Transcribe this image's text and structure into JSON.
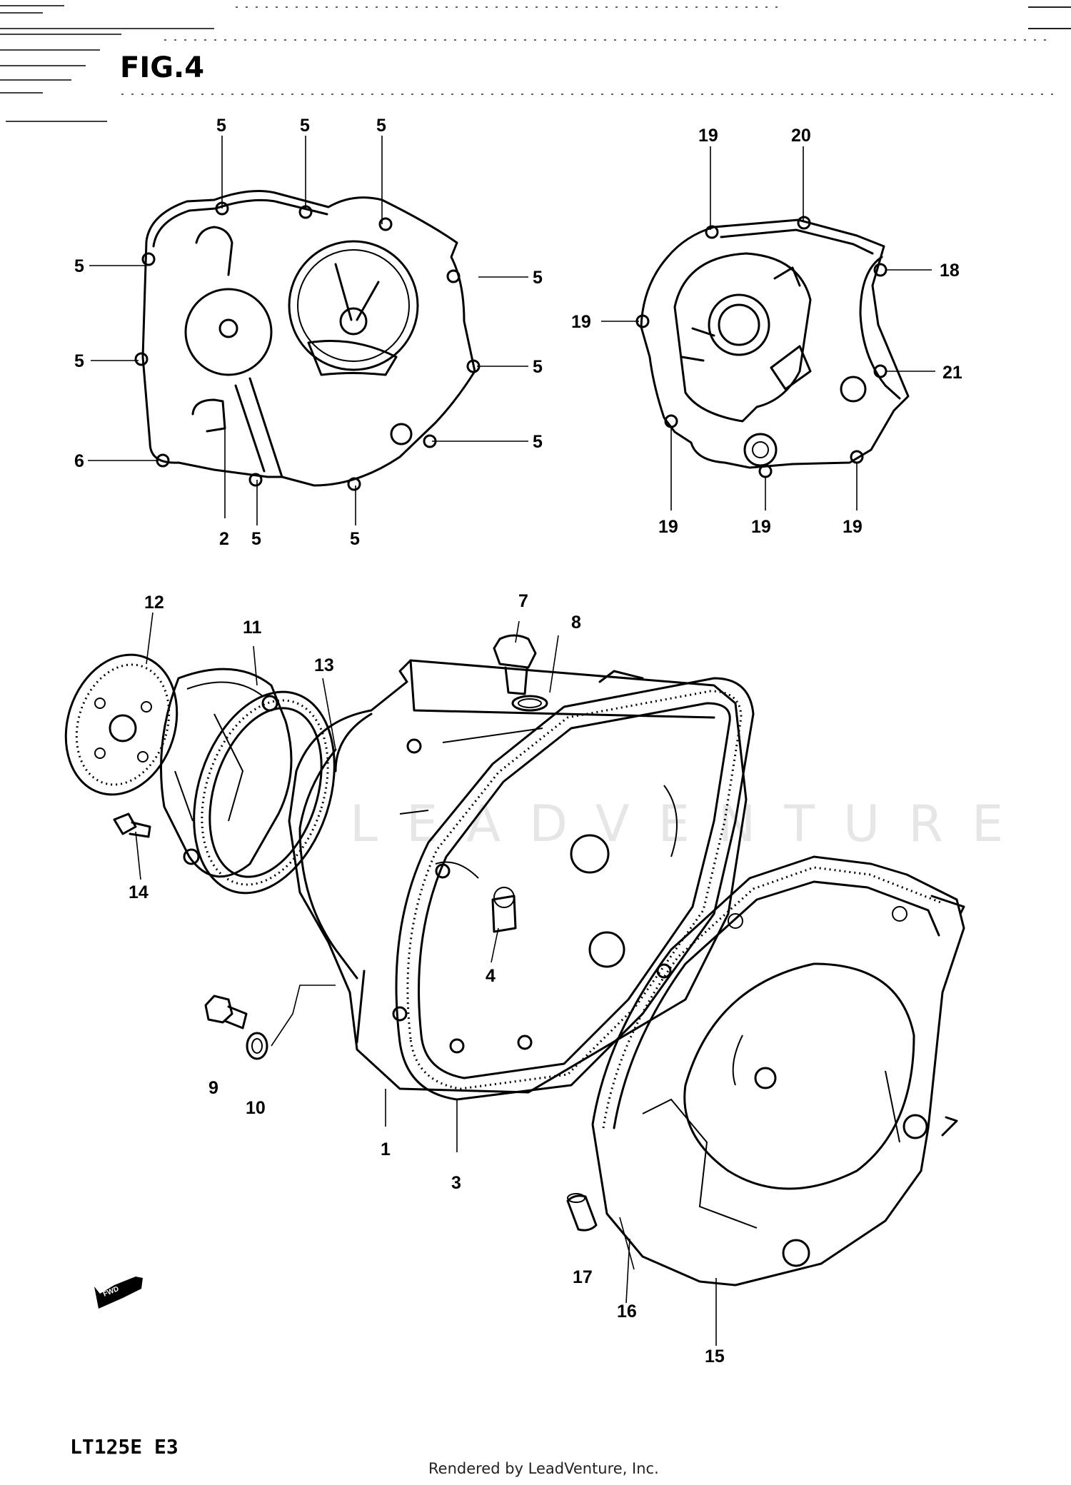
{
  "figure": {
    "title": "FIG.4"
  },
  "model_code": "LT125E  E3",
  "credit": "Rendered by LeadVenture, Inc.",
  "watermark": "LEADVENTURE",
  "front_arrow": {
    "label": "FWD"
  },
  "callouts": {
    "c1": "1",
    "c2": "2",
    "c3": "3",
    "c4": "4",
    "c5a": "5",
    "c5b": "5",
    "c5c": "5",
    "c5d": "5",
    "c5e": "5",
    "c5f": "5",
    "c5g": "5",
    "c5h": "5",
    "c5i": "5",
    "c5j": "5",
    "c6": "6",
    "c7": "7",
    "c8": "8",
    "c9": "9",
    "c10": "10",
    "c11": "11",
    "c12": "12",
    "c13": "13",
    "c14": "14",
    "c15": "15",
    "c16": "16",
    "c17": "17",
    "c18": "18",
    "c19a": "19",
    "c19b": "19",
    "c19c": "19",
    "c19d": "19",
    "c19e": "19",
    "c20": "20",
    "c21": "21"
  }
}
